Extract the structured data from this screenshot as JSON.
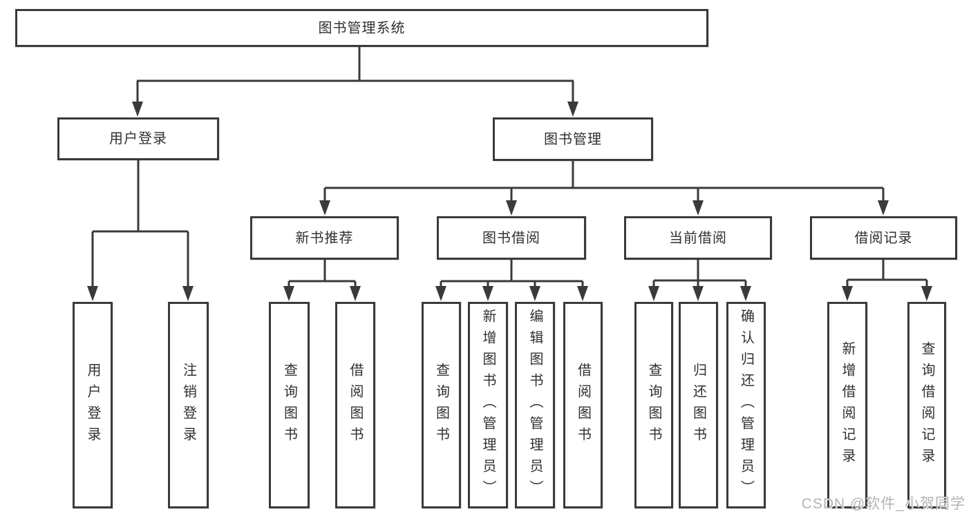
{
  "tree": {
    "root": {
      "label": "图书管理系统",
      "children": [
        {
          "label": "用户登录",
          "children": [
            {
              "label": "用户登录"
            },
            {
              "label": "注销登录"
            }
          ]
        },
        {
          "label": "图书管理",
          "children": [
            {
              "label": "新书推荐",
              "children": [
                {
                  "label": "查询图书"
                },
                {
                  "label": "借阅图书"
                }
              ]
            },
            {
              "label": "图书借阅",
              "children": [
                {
                  "label": "查询图书"
                },
                {
                  "label": "新增图书（管理员）"
                },
                {
                  "label": "编辑图书（管理员）"
                },
                {
                  "label": "借阅图书"
                }
              ]
            },
            {
              "label": "当前借阅",
              "children": [
                {
                  "label": "查询图书"
                },
                {
                  "label": "归还图书"
                },
                {
                  "label": "确认归还（管理员）"
                }
              ]
            },
            {
              "label": "借阅记录",
              "children": [
                {
                  "label": "新增借阅记录"
                },
                {
                  "label": "查询借阅记录"
                }
              ]
            }
          ]
        }
      ]
    }
  },
  "watermark": {
    "text": "CSDN @软件_小贺同学"
  },
  "colors": {
    "line": "#3a3a3a",
    "text": "#303030",
    "watermark": "#b2b2b2"
  }
}
